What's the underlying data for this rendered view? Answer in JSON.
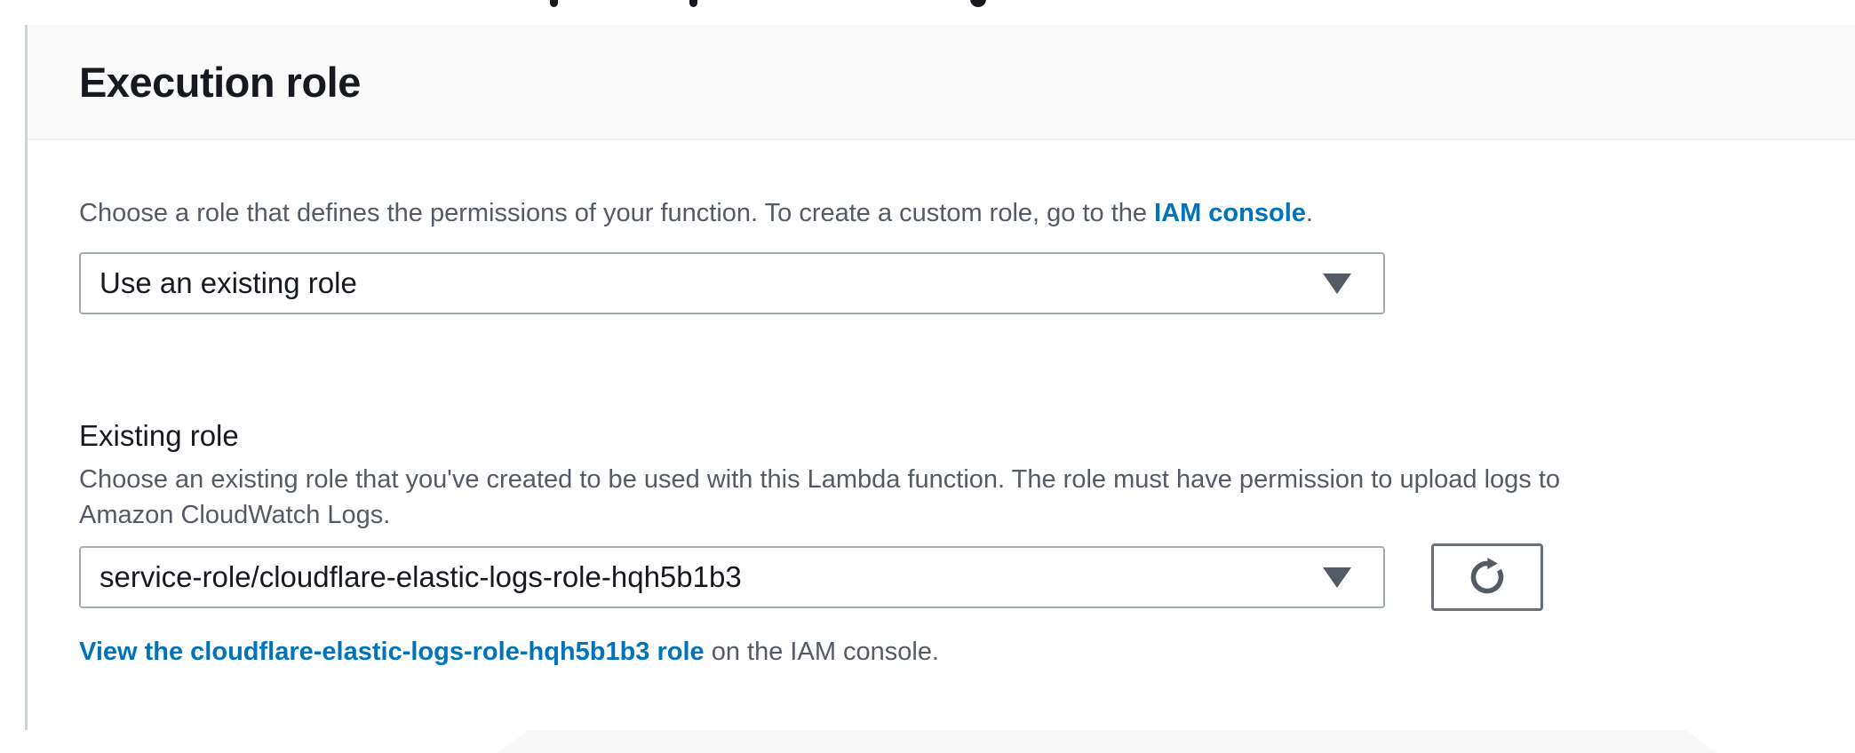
{
  "colors": {
    "link_blue": "#0073bb",
    "text_dark": "#16191f",
    "text_gray": "#545b64",
    "header_bg": "#fafafa",
    "divider": "#eaeded",
    "select_border": "#a2adb3",
    "button_border": "#687078",
    "icon_gray": "#545b64"
  },
  "icons": {
    "caret_down": "▼",
    "refresh": "↻"
  },
  "section": {
    "title": "Execution role",
    "intro": {
      "before_link": "Choose a role that defines the permissions of your function. To create a custom role, go to the ",
      "link_text": "IAM console",
      "after_link": "."
    },
    "role_source_select": {
      "value": "Use an existing role"
    },
    "existing_role": {
      "label": "Existing role",
      "description_line1": "Choose an existing role that you've created to be used with this Lambda function. The role must have permission to upload logs to",
      "description_line2": "Amazon CloudWatch Logs.",
      "select_value": "service-role/cloudflare-elastic-logs-role-hqh5b1b3"
    },
    "view_role": {
      "link_text": "View the cloudflare-elastic-logs-role-hqh5b1b3 role",
      "after_link": " on the IAM console."
    }
  }
}
